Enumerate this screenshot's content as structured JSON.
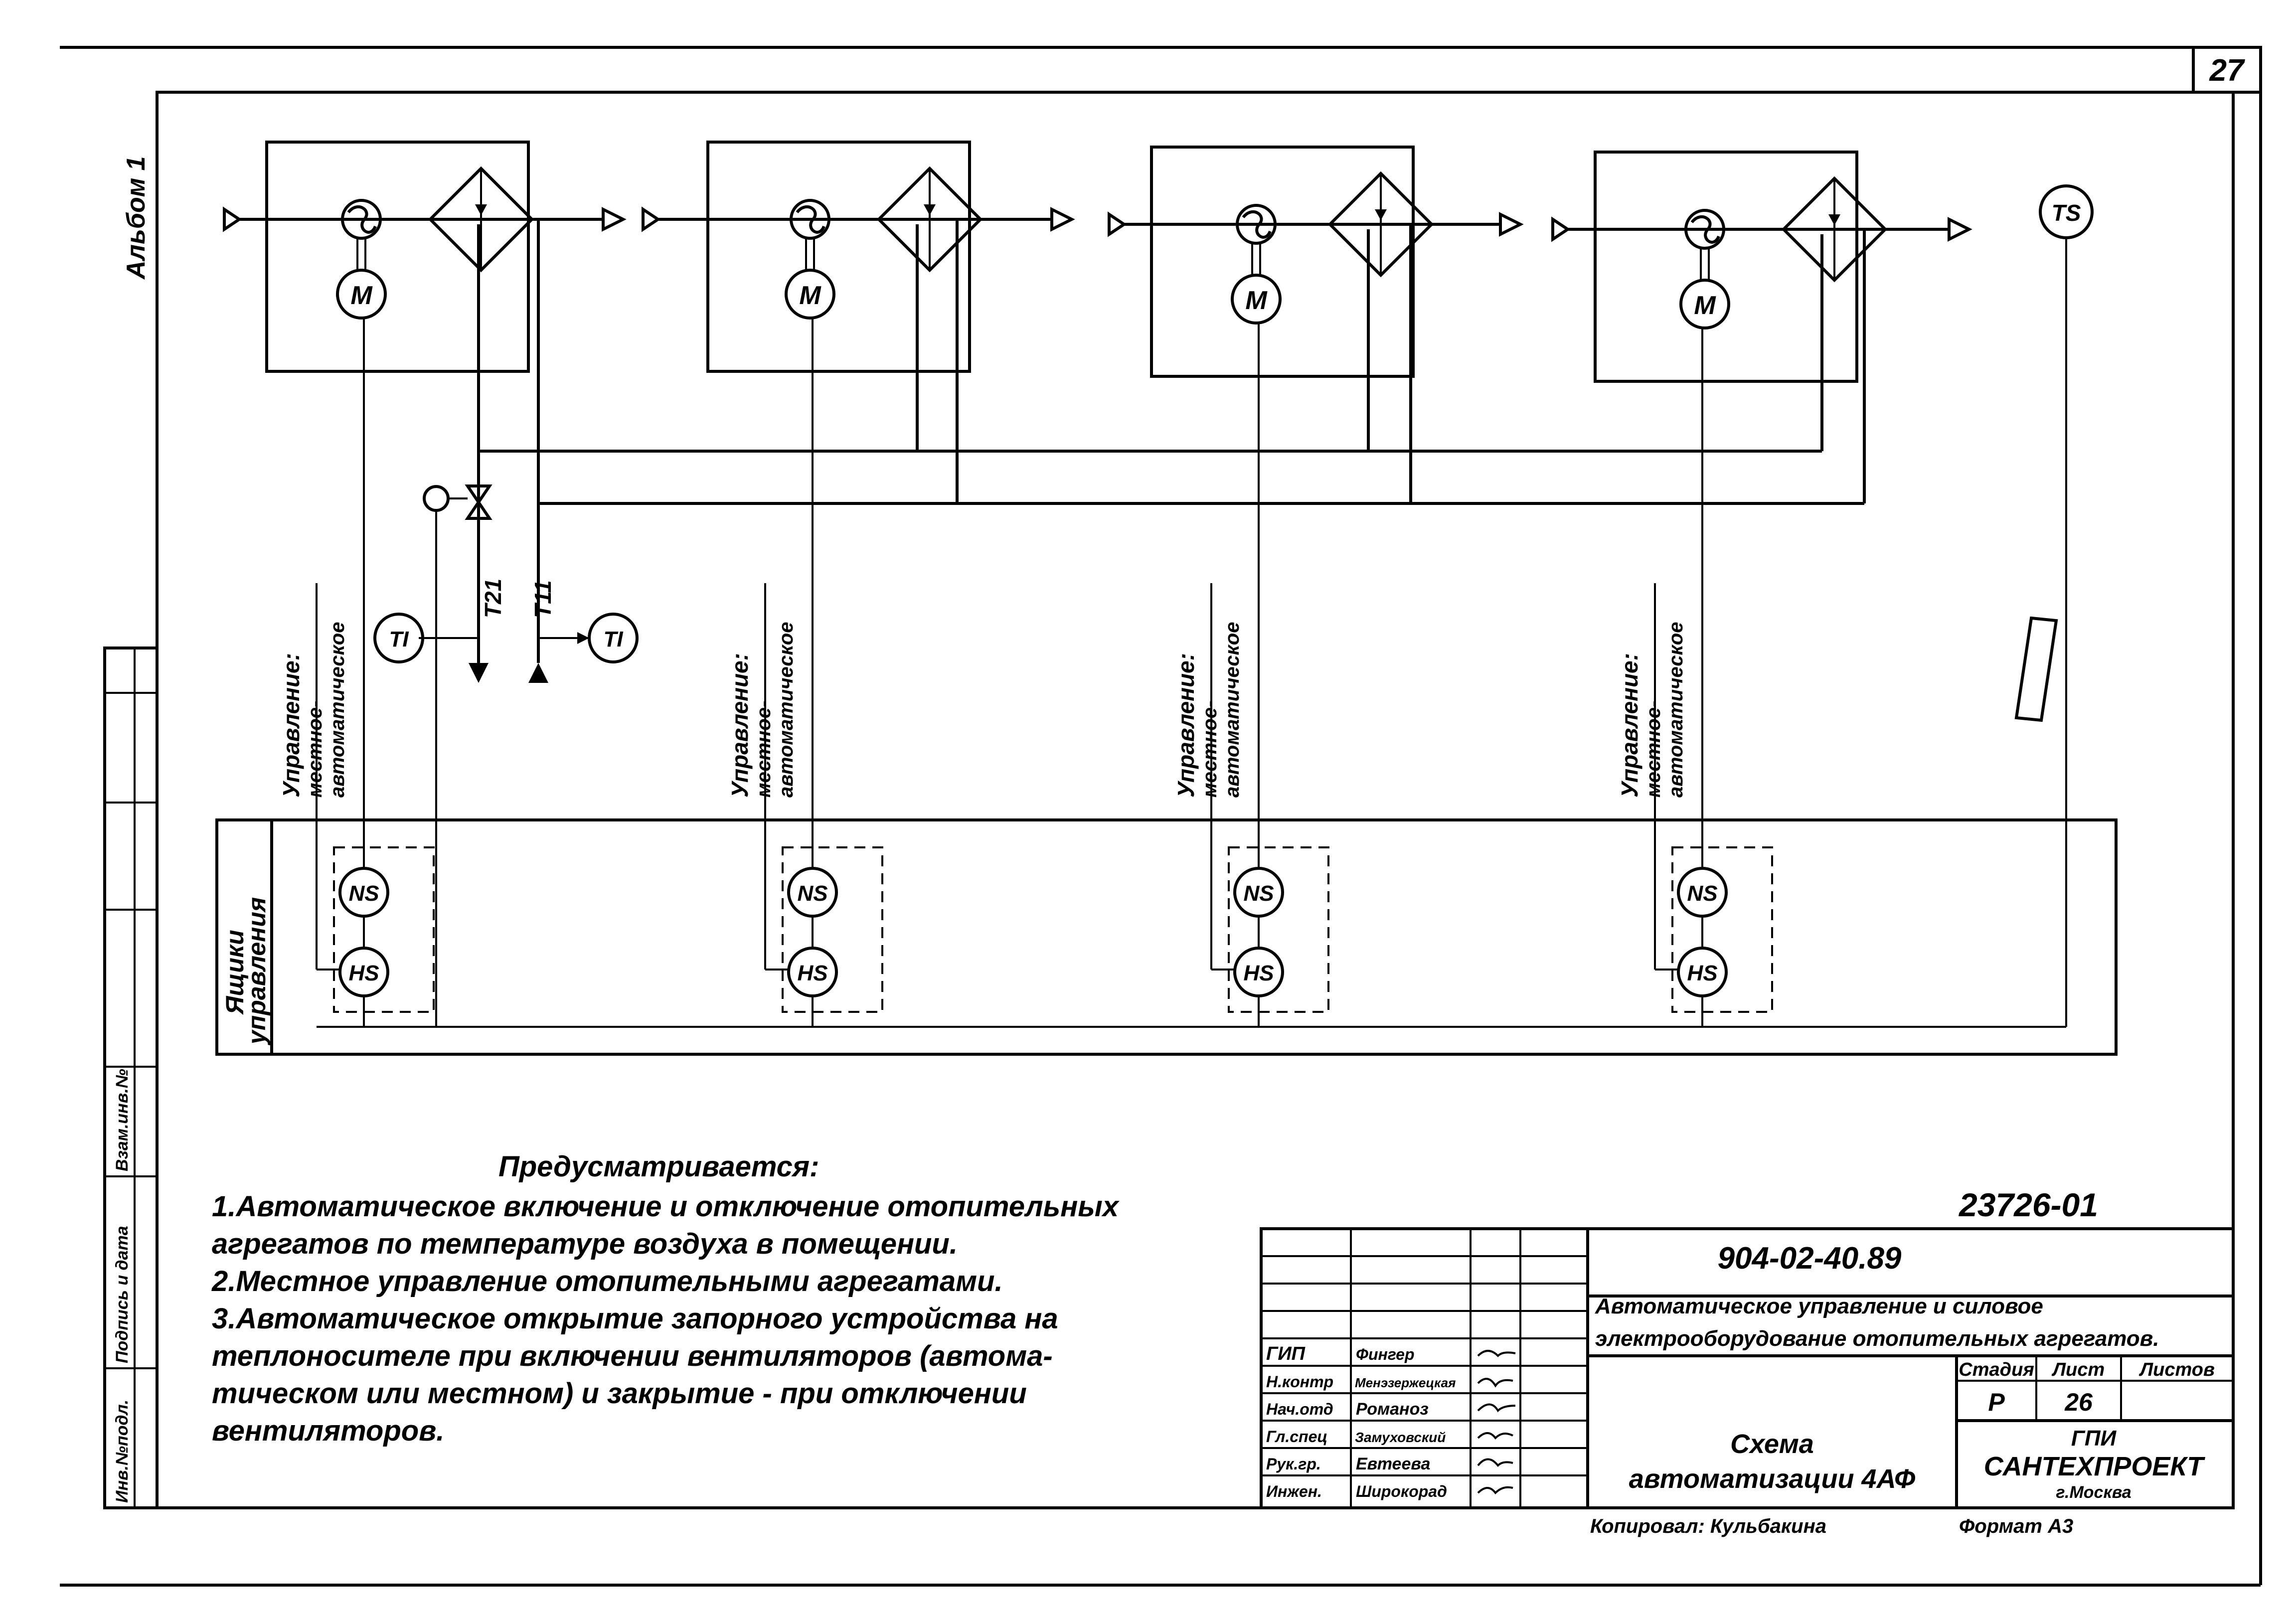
{
  "sheet_number": "27",
  "album_label": "Альбом 1",
  "units": [
    {
      "motor": "M",
      "control_label_1": "Управление:",
      "control_label_2": "местное-",
      "control_label_3": "автоматическое",
      "ns": "NS",
      "hs": "HS"
    },
    {
      "motor": "M",
      "control_label_1": "Управление:",
      "control_label_2": "местное-",
      "control_label_3": "автоматическое",
      "ns": "NS",
      "hs": "HS"
    },
    {
      "motor": "M",
      "control_label_1": "Управление:",
      "control_label_2": "местное-",
      "control_label_3": "автоматическое",
      "ns": "NS",
      "hs": "HS"
    },
    {
      "motor": "M",
      "control_label_1": "Управление:",
      "control_label_2": "местное-",
      "control_label_3": "автоматическое",
      "ns": "NS",
      "hs": "HS"
    }
  ],
  "ts_label": "TS",
  "ti_left": "TI",
  "ti_right": "TI",
  "pipe_t21": "T21",
  "pipe_t11": "T11",
  "panel_label_1": "Ящики",
  "panel_label_2": "управления",
  "notes": {
    "title": "Предусматривается:",
    "lines": [
      "1.Автоматическое включение и отключение отопительных",
      "агрегатов по температуре воздуха в помещении.",
      "2.Местное управление отопительными агрегатами.",
      "3.Автоматическое открытие запорного устройства на",
      "теплоносителе при включении вентиляторов (автома-",
      "тическом или местном) и закрытие - при отключении",
      "вентиляторов."
    ]
  },
  "doc_code": "23726-01",
  "title_block": {
    "project_code": "904-02-40.89",
    "project_title_1": "Автоматическое управление и силовое",
    "project_title_2": "электрооборудование отопительных агрегатов.",
    "sheet_title_1": "Схема",
    "sheet_title_2": "автоматизации 4АФ",
    "stage_header": "Стадия",
    "sheet_header": "Лист",
    "sheets_header": "Листов",
    "stage": "Р",
    "sheet": "26",
    "sheets": "",
    "org_1": "ГПИ",
    "org_2": "САНТЕХПРОЕКТ",
    "org_3": "г.Москва",
    "roles": [
      {
        "role": "ГИП",
        "name": "Фингер"
      },
      {
        "role": "Н.контр",
        "name": "Менэзержецкая"
      },
      {
        "role": "Нач.отд",
        "name": "Романоз"
      },
      {
        "role": "Гл.спец",
        "name": "Замуховский"
      },
      {
        "role": "Рук.гр.",
        "name": "Евтеева"
      },
      {
        "role": "Инжен.",
        "name": "Широкорад"
      }
    ],
    "copied_by": "Копировал: Кульбакина",
    "format": "Формат А3"
  },
  "side_stamp": [
    "Инв.№подл.",
    "Подпись и дата",
    "Взам.инв.№"
  ]
}
